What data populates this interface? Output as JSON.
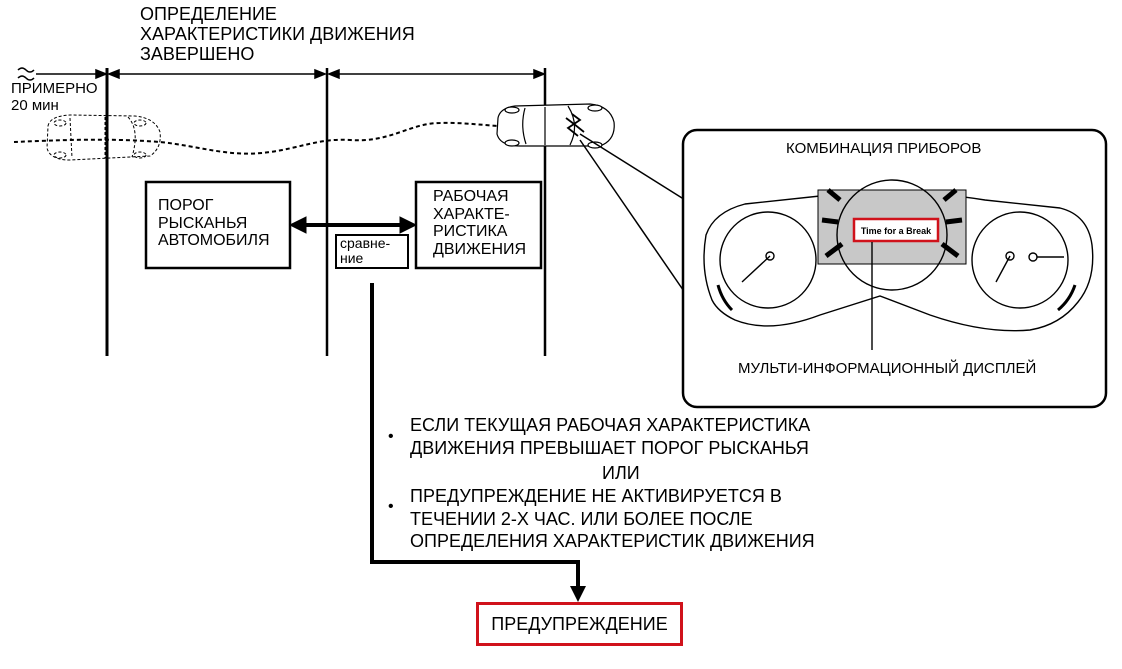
{
  "header": {
    "determination_complete": "ОПРЕДЕЛЕНИЕ\nХАРАКТЕРИСТИКИ ДВИЖЕНИЯ\nЗАВЕРШЕНО",
    "approx_time": "ПРИМЕРНО\n20 мин"
  },
  "boxes": {
    "yaw_threshold": "ПОРОГ\nРЫСКАНЬЯ\nАВТОМОБИЛЯ",
    "comparison": "сравне-\nние",
    "driving_characteristic": "РАБОЧАЯ\nХАРАКТЕ-\nРИСТИКА\nДВИЖЕНИЯ"
  },
  "cluster": {
    "title": "КОМБИНАЦИЯ ПРИБОРОВ",
    "display_message": "Time for a Break",
    "display_label": "МУЛЬТИ-ИНФОРМАЦИОННЫЙ ДИСПЛЕЙ"
  },
  "conditions": {
    "bullet_symbol": "•",
    "condition_1": "ЕСЛИ ТЕКУЩАЯ РАБОЧАЯ ХАРАКТЕРИСТИКА\nДВИЖЕНИЯ ПРЕВЫШАЕТ ПОРОГ РЫСКАНЬЯ",
    "or_text": "ИЛИ",
    "condition_2": "ПРЕДУПРЕЖДЕНИЕ НЕ АКТИВИРУЕТСЯ В\nТЕЧЕНИИ 2-Х ЧАС. ИЛИ БОЛЕЕ ПОСЛЕ\nОПРЕДЕЛЕНИЯ ХАРАКТЕРИСТИК ДВИЖЕНИЯ"
  },
  "result": {
    "warning": "ПРЕДУПРЕЖДЕНИЕ"
  },
  "colors": {
    "highlight": "#d0121b",
    "display_panel": "#c8c8c8",
    "line": "#000000"
  }
}
